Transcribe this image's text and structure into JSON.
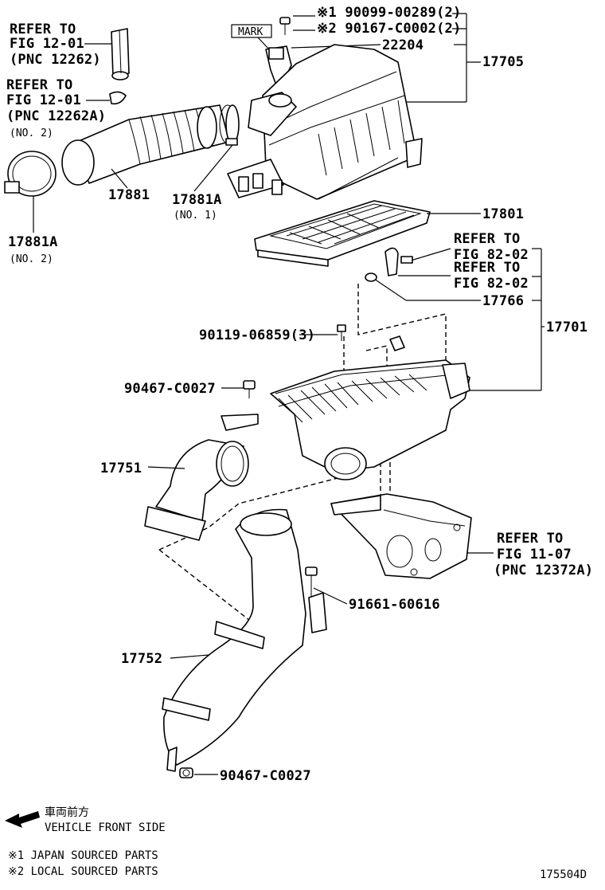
{
  "refs": {
    "ref_fig12_a": [
      "REFER TO",
      "FIG 12-01",
      "(PNC 12262)"
    ],
    "ref_fig12_b": [
      "REFER TO",
      "FIG 12-01",
      "(PNC 12262A)",
      "(NO. 2)"
    ],
    "ref_fig82_a": [
      "REFER TO",
      "FIG 82-02"
    ],
    "ref_fig82_b": [
      "REFER TO",
      "FIG 82-02"
    ],
    "ref_fig11": [
      "REFER TO",
      "FIG 11-07",
      "(PNC 12372A)"
    ]
  },
  "parts": {
    "p1": "※1 90099-00289(2)",
    "p2": "※2 90167-C0002(2)",
    "mark": "MARK",
    "p22204": "22204",
    "p17705": "17705",
    "p17881": "17881",
    "p17881A_1": "17881A",
    "p17881A_1_note": "(NO. 1)",
    "p17881A_2": "17881A",
    "p17881A_2_note": "(NO. 2)",
    "p17801": "17801",
    "p17766": "17766",
    "p17701": "17701",
    "p90119": "90119-06859(3)",
    "p90467_a": "90467-C0027",
    "p17751": "17751",
    "p91661": "91661-60616",
    "p17752": "17752",
    "p90467_b": "90467-C0027"
  },
  "legend": {
    "direction_jp": "車両前方",
    "direction_en": "VEHICLE FRONT SIDE",
    "note1": "※1 JAPAN SOURCED PARTS",
    "note2": "※2 LOCAL SOURCED PARTS"
  },
  "figure_id": "175504D"
}
